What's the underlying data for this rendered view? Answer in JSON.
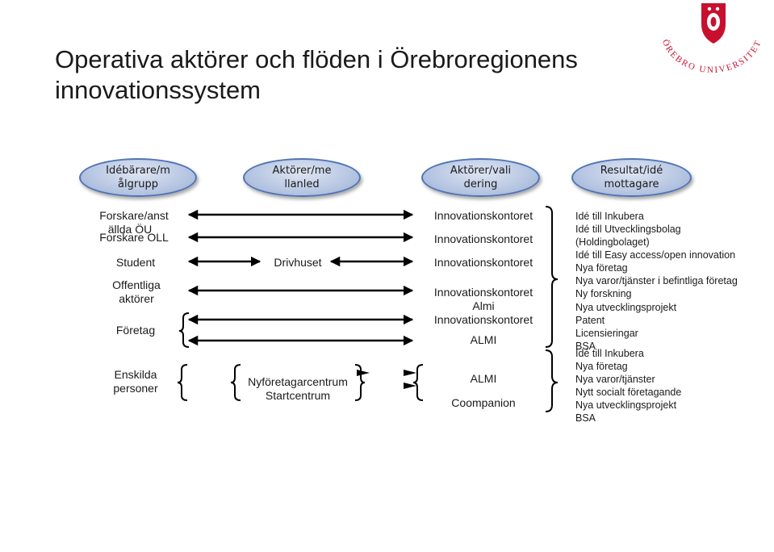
{
  "title": "Operativa aktörer och flöden i Örebroregionens innovationssystem",
  "logo": {
    "text": "ÖREBRO UNIVERSITET",
    "color": "#c8102e"
  },
  "headers": [
    {
      "line1": "Idébärare/m",
      "line2": "ålgrupp"
    },
    {
      "line1": "Aktörer/me",
      "line2": "llanled"
    },
    {
      "line1": "Aktörer/vali",
      "line2": "dering"
    },
    {
      "line1": "Resultat/idé",
      "line2": "mottagare"
    }
  ],
  "idea_holders": {
    "forskare_anst_1": "Forskare/anst",
    "forskare_anst_2": "ällda ÖU",
    "forskare_oll": "Forskare OLL",
    "student": "Student",
    "offentliga_1": "Offentliga",
    "offentliga_2": "aktörer",
    "foretag": "Företag",
    "enskilda_1": "Enskilda",
    "enskilda_2": "personer"
  },
  "intermediaries": {
    "drivhuset": "Drivhuset",
    "nyforetagarcentrum": "Nyföretagarcentrum",
    "startcentrum": "Startcentrum"
  },
  "validators": [
    "Innovationskontoret",
    "Innovationskontoret",
    "Innovationskontoret",
    "Innovationskontoret",
    "Almi",
    "Innovationskontoret",
    "ALMI",
    "ALMI",
    "Coompanion"
  ],
  "results_group1": [
    "Idé till Inkubera",
    "Idé till Utvecklingsbolag",
    "(Holdingbolaget)",
    "Idé till Easy access/open innovation",
    "Nya företag",
    "Nya varor/tjänster i befintliga företag",
    "Ny forskning",
    "Nya utvecklingsprojekt",
    "Patent",
    "Licensieringar",
    "BSA"
  ],
  "results_group2": [
    "Idé till Inkubera",
    "Nya företag",
    "Nya varor/tjänster",
    "Nytt socialt företagande",
    "Nya utvecklingsprojekt",
    "BSA"
  ],
  "colors": {
    "ellipse_border": "#4f74b5",
    "ellipse_fill": "#b7c6e2",
    "arrow": "#000000"
  }
}
